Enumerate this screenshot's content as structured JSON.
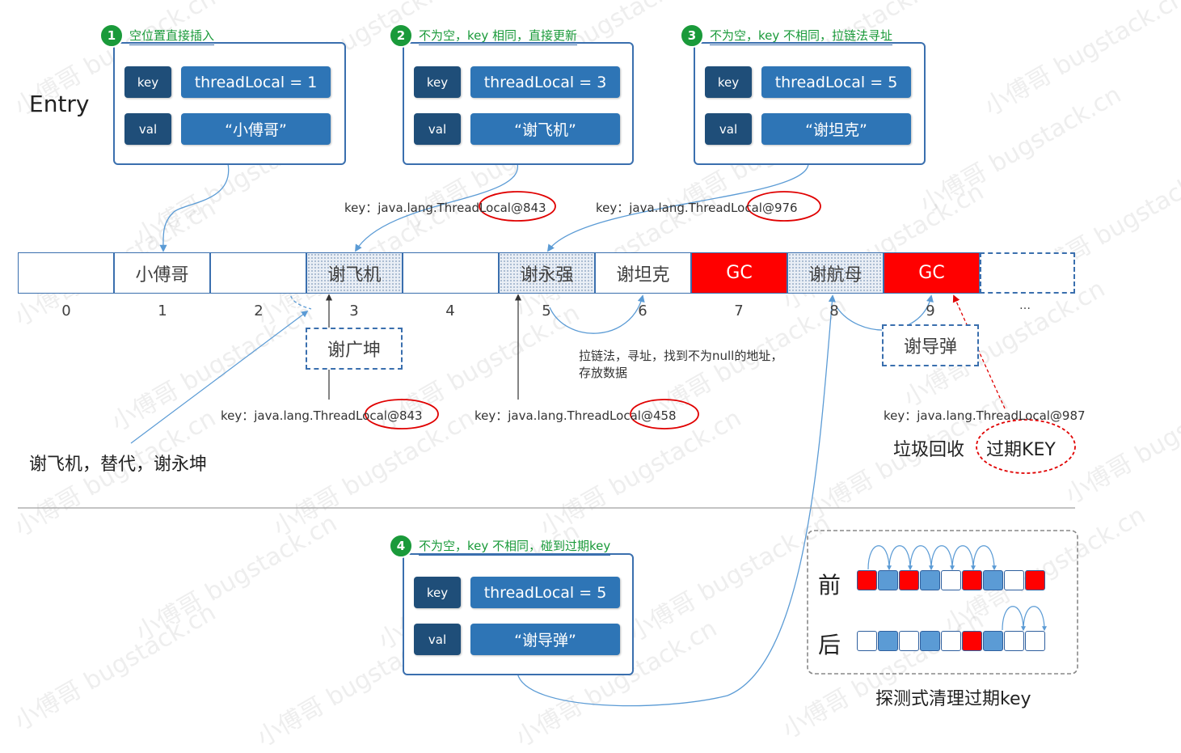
{
  "entry_label": "Entry",
  "steps": [
    {
      "num": "1",
      "title": "空位置直接插入",
      "key_tag": "key",
      "val_tag": "val",
      "key_value": "threadLocal = 1",
      "val_value": "“小傅哥”"
    },
    {
      "num": "2",
      "title": "不为空，key 相同，直接更新",
      "key_tag": "key",
      "val_tag": "val",
      "key_value": "threadLocal = 3",
      "val_value": "“谢飞机”"
    },
    {
      "num": "3",
      "title": "不为空，key 不相同，拉链法寻址",
      "key_tag": "key",
      "val_tag": "val",
      "key_value": "threadLocal = 5",
      "val_value": "“谢坦克”"
    },
    {
      "num": "4",
      "title": "不为空，key 不相同，碰到过期key",
      "key_tag": "key",
      "val_tag": "val",
      "key_value": "threadLocal = 5",
      "val_value": "“谢导弹”"
    }
  ],
  "table": {
    "slots": [
      "",
      "小傅哥",
      "",
      "谢飞机",
      "",
      "谢永强",
      "谢坦克",
      "GC",
      "谢航母",
      "GC",
      ""
    ],
    "indices": [
      "0",
      "1",
      "2",
      "3",
      "4",
      "5",
      "6",
      "7",
      "8",
      "9",
      "…"
    ]
  },
  "keys": {
    "top_843": {
      "prefix": "key：java.lang.ThreadL",
      "mid": "o",
      "suffix": "cal@843"
    },
    "top_976": {
      "prefix": "key：java.lang.ThreadLoc",
      "mid": "a",
      "suffix": "l@976"
    },
    "bot_843": {
      "prefix": "key：java.lang.ThreadL",
      "mid": "o",
      "suffix": "cal@843"
    },
    "bot_458": {
      "prefix": "key：java.lang.ThreadLoc",
      "mid": "a",
      "suffix": "l@458"
    },
    "bot_987": "key：java.lang.ThreadLocal@987"
  },
  "notes": {
    "replace": "谢飞机，替代，谢永坤",
    "chain_line1": "拉链法，寻址，找到不为null的地址，",
    "chain_line2": "存放数据",
    "gc_prefix": "垃圾回收",
    "gc_expired": "过期KEY",
    "floating_kun": "谢广坤",
    "floating_daodan": "谢导弹"
  },
  "probe": {
    "before_label": "前",
    "after_label": "后",
    "caption": "探测式清理过期key",
    "before_cells": [
      "red",
      "blue",
      "red",
      "blue",
      "white",
      "red",
      "blue",
      "white",
      "red"
    ],
    "after_cells": [
      "white",
      "blue",
      "white",
      "blue",
      "white",
      "red",
      "blue",
      "white",
      "white"
    ]
  },
  "colors": {
    "red": "#ff0000",
    "blue": "#5b9bd5",
    "white": "#ffffff",
    "green": "#1a9a3a",
    "dark_blue": "#1f4e79",
    "mid_blue": "#2e75b6"
  },
  "watermark": "小傅哥 bugstack.cn"
}
